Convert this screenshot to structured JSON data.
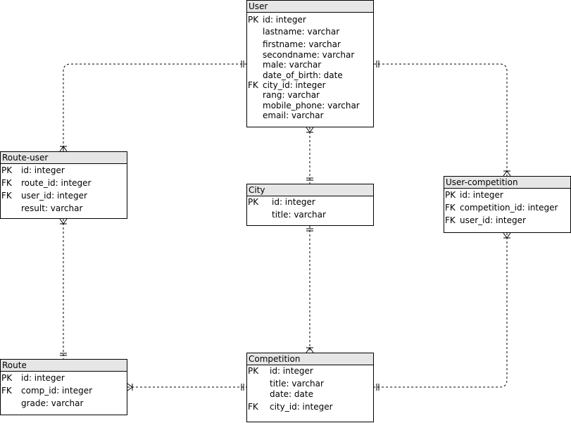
{
  "entities": {
    "user": {
      "title": "User",
      "fields": [
        {
          "key": "PK",
          "text": "id: integer"
        },
        {
          "key": "",
          "text": "lastname: varchar"
        },
        {
          "key": "",
          "text": "firstname: varchar"
        },
        {
          "key": "",
          "text": "secondname: varchar"
        },
        {
          "key": "",
          "text": "male: varchar"
        },
        {
          "key": "",
          "text": "date_of_birth: date"
        },
        {
          "key": "FK",
          "text": "city_id: integer"
        },
        {
          "key": "",
          "text": "rang: varchar"
        },
        {
          "key": "",
          "text": "mobile_phone: varchar"
        },
        {
          "key": "",
          "text": "email: varchar"
        }
      ]
    },
    "route_user": {
      "title": "Route-user",
      "fields": [
        {
          "key": "PK",
          "text": "id: integer"
        },
        {
          "key": "FK",
          "text": "route_id: integer"
        },
        {
          "key": "FK",
          "text": "user_id: integer"
        },
        {
          "key": "",
          "text": "result: varchar"
        }
      ]
    },
    "city": {
      "title": "City",
      "fields": [
        {
          "key": "PK",
          "text": "id: integer"
        },
        {
          "key": "",
          "text": "title: varchar"
        }
      ]
    },
    "user_competition": {
      "title": "User-competition",
      "fields": [
        {
          "key": "PK",
          "text": "id: integer"
        },
        {
          "key": "FK",
          "text": "competition_id: integer"
        },
        {
          "key": "FK",
          "text": "user_id: integer"
        }
      ]
    },
    "route": {
      "title": "Route",
      "fields": [
        {
          "key": "PK",
          "text": "id: integer"
        },
        {
          "key": "FK",
          "text": "comp_id: integer"
        },
        {
          "key": "",
          "text": "grade: varchar"
        }
      ]
    },
    "competition": {
      "title": "Competition",
      "fields": [
        {
          "key": "PK",
          "text": "id: integer"
        },
        {
          "key": "",
          "text": "title: varchar"
        },
        {
          "key": "",
          "text": "date: date"
        },
        {
          "key": "FK",
          "text": "city_id: integer"
        }
      ]
    }
  },
  "colors": {
    "header_fill": "#e6e6e6",
    "border": "#000000",
    "background": "#ffffff"
  }
}
